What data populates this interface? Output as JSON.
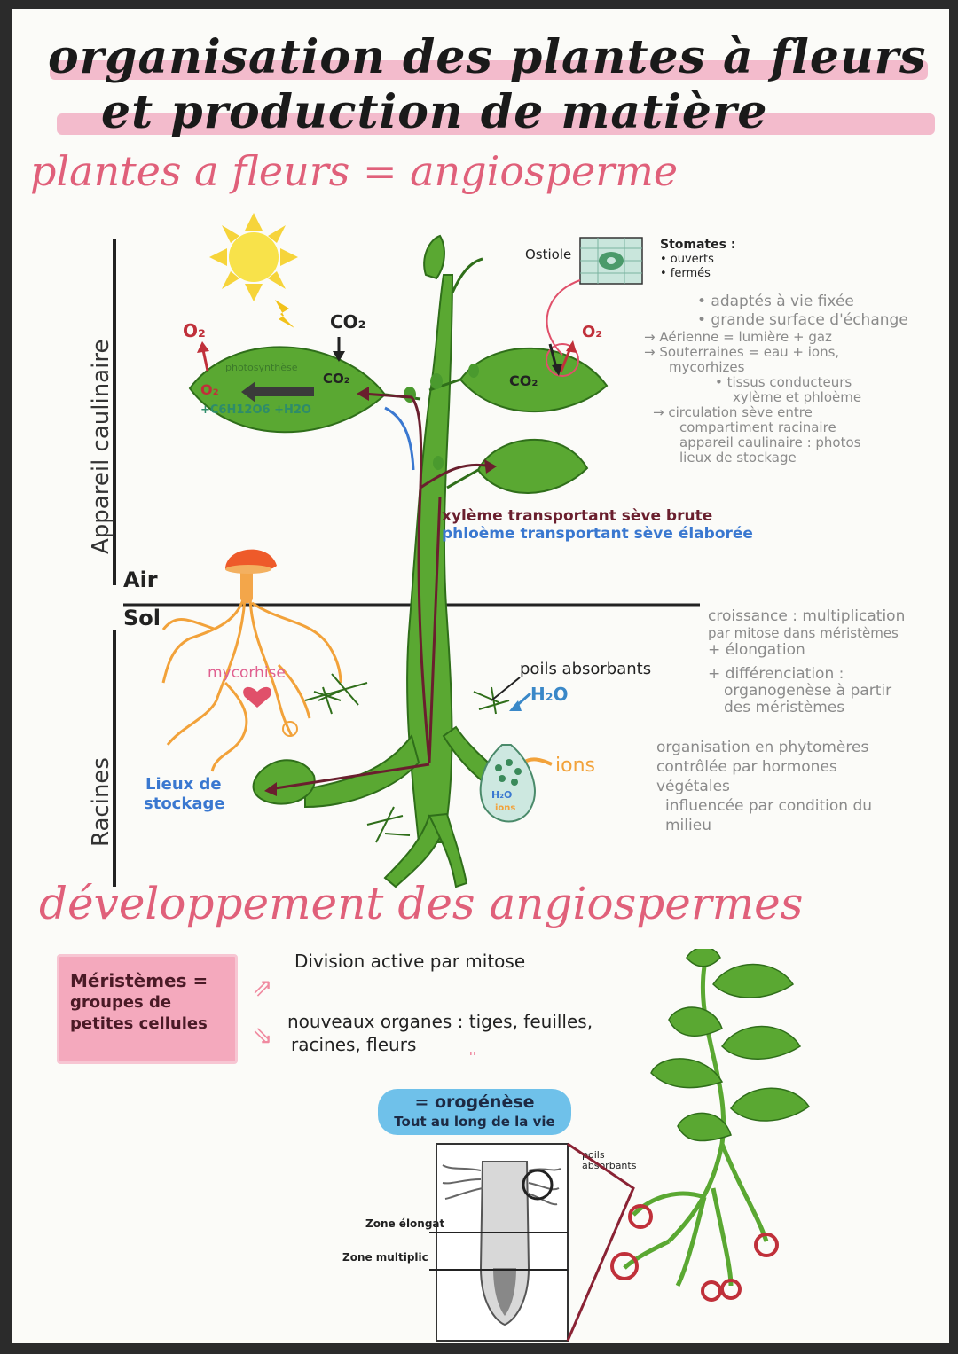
{
  "title": {
    "line1": "organisation des plantes à fleurs",
    "line2": "et production de matière",
    "subtitle": "plantes a fleurs = angiosperme"
  },
  "diagram": {
    "axis_top": "Appareil caulinaire",
    "axis_bottom": "Racines",
    "air": "Air",
    "sol": "Sol",
    "o2_left": "O₂",
    "co2_top": "CO₂",
    "photosynthese": "photosynthèse",
    "co2_leaf": "CO₂",
    "o2_leaf": "O₂",
    "formula": "+C6H12O6  +H2O",
    "ostiole": "Ostiole",
    "stomates_title": "Stomates :",
    "stomates_1": "• ouverts",
    "stomates_2": "• fermés",
    "o2_right": "O₂",
    "co2_right": "CO₂",
    "xyleme": "xylème transportant sève brute",
    "phloeme": "phloème transportant sève élaborée",
    "mycorhise": "mycorhise",
    "poils": "poils absorbants",
    "h2o": "H₂O",
    "ions": "ions",
    "lieux_1": "Lieux de",
    "lieux_2": "stockage",
    "cell_h2o": "H₂O",
    "cell_ions": "ions"
  },
  "notes_top": [
    "• adaptés à vie fixée",
    "• grande surface d'échange",
    "→ Aérienne = lumière + gaz",
    "→ Souterraines = eau + ions,",
    "mycorhizes",
    "• tissus conducteurs",
    "xylème et phloème",
    "→ circulation sève entre",
    "compartiment racinaire",
    "appareil caulinaire : photos",
    "lieux de stockage"
  ],
  "notes_bottom": [
    "croissance : multiplication",
    "par mitose dans méristèmes",
    "+ élongation",
    "+ différenciation :",
    "organogenèse à partir",
    "des méristèmes",
    "organisation en phytomères",
    "contrôlée par hormones",
    "végétales",
    "influencée par condition du",
    "milieu"
  ],
  "section2": {
    "title": "développement des angiospermes",
    "box_1": "Méristèmes =",
    "box_2": "groupes de",
    "box_3": "petites cellules",
    "division": "Division active par mitose",
    "organes_1": "nouveaux organes : tiges, feuilles,",
    "organes_2": "racines, fleurs",
    "bubble_1": "= orogénèse",
    "bubble_2": "Tout au long de la vie",
    "zone_elong": "Zone élongat",
    "zone_mult": "Zone multiplic",
    "poils_1": "poils",
    "poils_2": "absorbants"
  },
  "colors": {
    "pink": "#e0607a",
    "highlight": "#f0a6bd",
    "leaf": "#5aa832",
    "xylem": "#6a1f2e",
    "phloem": "#3a78d0",
    "blue_bubble": "#6fc1ea",
    "root": "#f2a23a"
  }
}
